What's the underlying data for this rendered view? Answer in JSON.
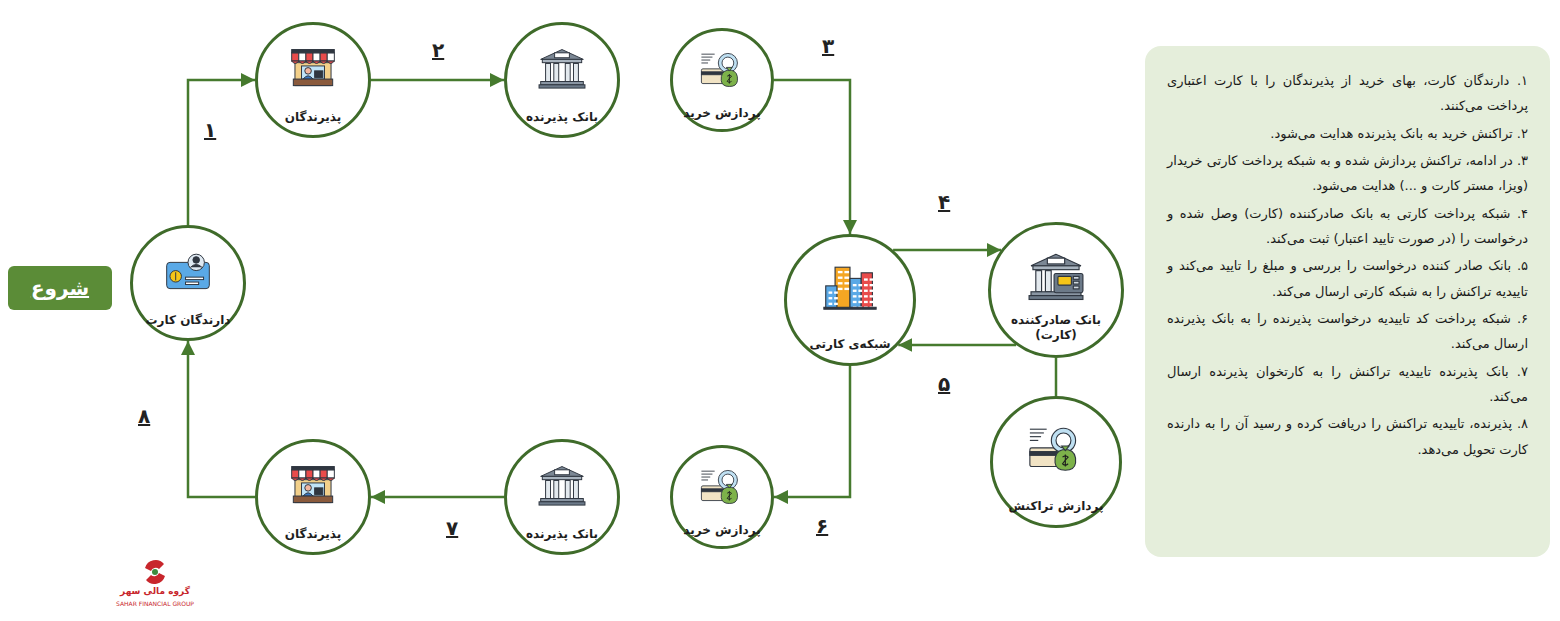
{
  "diagram": {
    "nodes": [
      {
        "text": [
          "شروع"
        ]
      },
      {
        "text": [
          "دارندگان کارت"
        ]
      },
      {
        "text": [
          "پذیرندگان"
        ]
      },
      {
        "text": [
          "بانک پذیرنده"
        ]
      },
      {
        "text": [
          "پردازش خرید"
        ]
      },
      {
        "text": [
          "شبکه‌ی کارتی"
        ]
      },
      {
        "text": [
          "بانک صادرکننده (کارت)"
        ]
      },
      {
        "text": [
          "پردازش تراکنش"
        ]
      },
      {
        "text": [
          "پردازش خرید"
        ]
      },
      {
        "text": [
          "بانک پذیرنده"
        ]
      },
      {
        "text": [
          "پذیرندگان"
        ]
      },
      {
        "text": [
          "۱. دارندگان کارت، بهای خرید از پذیرندگان را با کارت اعتباری پرداخت می‌کنند.",
          "۲. تراکنش خرید به بانک پذیرنده هدایت می‌شود.",
          "۳. در ادامه، تراکنش پردازش شده و به شبکه پرداخت کارتی خریدار (ویزا، مستر کارت و ...) هدایت می‌شود.",
          "۴. شبکه پرداخت کارتی به بانک صادرکننده (کارت) وصل شده و درخواست را (در صورت تایید اعتبار) ثبت می‌کند.",
          "۵. بانک صادر کننده درخواست را بررسی و مبلغ را تایید می‌کند و تاییدیه تراکنش را به شبکه کارتی ارسال می‌کند.",
          "۶. شبکه پرداخت کد تاییدیه درخواست پذیرنده را به بانک پذیرنده ارسال می‌کند.",
          "۷. بانک پذیرنده تاییدیه تراکنش را به کارتخوان پذیرنده ارسال می‌کند.",
          "۸. پذیرنده، تاییدیه تراکنش را دریافت کرده و رسید آن را به دارنده کارت تحویل می‌دهد."
        ]
      }
    ],
    "edges": [
      {
        "from": 1,
        "to": 2,
        "label": "۱",
        "arrow": "to"
      },
      {
        "from": 2,
        "to": 3,
        "label": "۲",
        "arrow": "to"
      },
      {
        "from": 4,
        "to": 5,
        "label": "۳",
        "arrow": "to"
      },
      {
        "from": 5,
        "to": 6,
        "label": "۴",
        "arrow": "to"
      },
      {
        "from": 6,
        "to": 5,
        "label": "۵",
        "arrow": "to"
      },
      {
        "from": 6,
        "to": 7,
        "arrow": "none"
      },
      {
        "from": 5,
        "to": 8,
        "label": "۶",
        "arrow": "to"
      },
      {
        "from": 9,
        "to": 10,
        "label": "۷",
        "arrow": "to"
      },
      {
        "from": 10,
        "to": 1,
        "label": "۸",
        "arrow": "to"
      }
    ],
    "labels": [
      "گروه مالی سهر",
      "SAHAR FINANCIAL GROUP"
    ]
  }
}
